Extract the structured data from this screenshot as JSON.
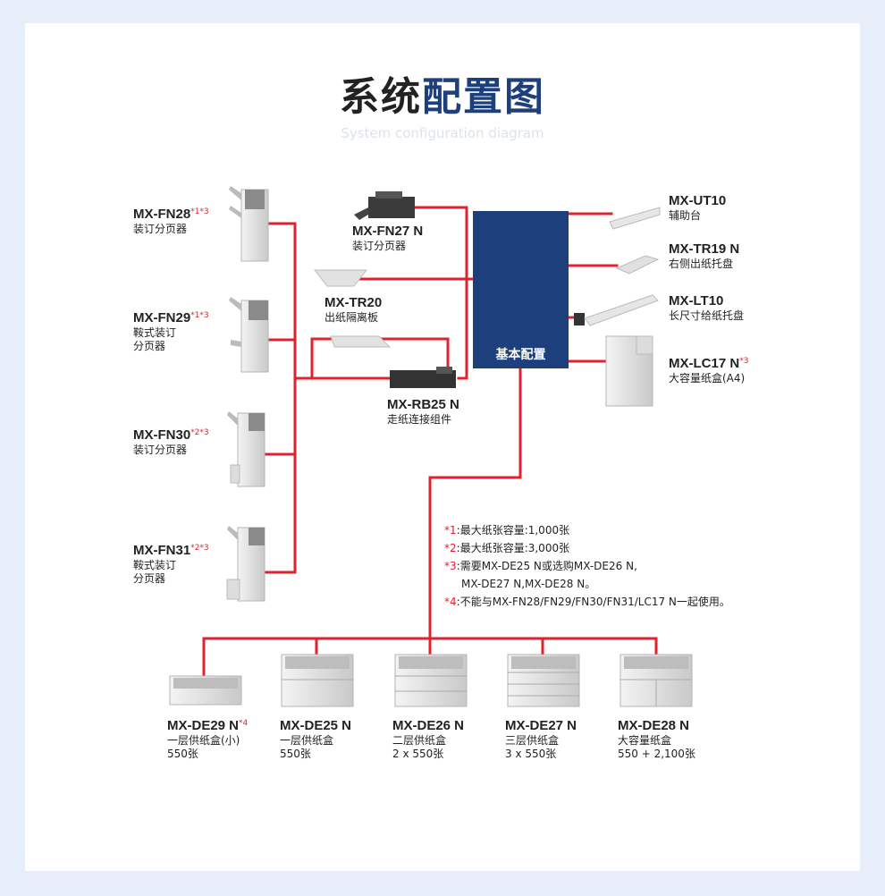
{
  "title": {
    "part1": "系统",
    "part2": "配置图"
  },
  "subtitle": "System configuration diagram",
  "base": {
    "label": "基本配置"
  },
  "finishers": [
    {
      "model": "MX-FN28",
      "sup": "*1*3",
      "desc": [
        "装订分页器"
      ]
    },
    {
      "model": "MX-FN29",
      "sup": "*1*3",
      "desc": [
        "鞍式装订",
        "分页器"
      ]
    },
    {
      "model": "MX-FN30",
      "sup": "*2*3",
      "desc": [
        "装订分页器"
      ]
    },
    {
      "model": "MX-FN31",
      "sup": "*2*3",
      "desc": [
        "鞍式装订",
        "分页器"
      ]
    }
  ],
  "middle": [
    {
      "model": "MX-FN27 N",
      "desc": [
        "装订分页器"
      ]
    },
    {
      "model": "MX-TR20",
      "desc": [
        "出纸隔离板"
      ]
    },
    {
      "model": "MX-RB25 N",
      "desc": [
        "走纸连接组件"
      ]
    }
  ],
  "right": [
    {
      "model": "MX-UT10",
      "sup": "",
      "desc": [
        "辅助台"
      ]
    },
    {
      "model": "MX-TR19 N",
      "sup": "",
      "desc": [
        "右侧出纸托盘"
      ]
    },
    {
      "model": "MX-LT10",
      "sup": "",
      "desc": [
        "长尺寸给纸托盘"
      ]
    },
    {
      "model": "MX-LC17 N",
      "sup": "*3",
      "desc": [
        "大容量纸盒(A4)"
      ]
    }
  ],
  "notes": [
    {
      "mark": "*1",
      "text": "最大纸张容量:1,000张",
      "cont": ""
    },
    {
      "mark": "*2",
      "text": "最大纸张容量:3,000张",
      "cont": ""
    },
    {
      "mark": "*3",
      "text": "需要MX-DE25 N或选购MX-DE26 N,",
      "cont": "MX-DE27 N,MX-DE28 N。"
    },
    {
      "mark": "*4",
      "text": "不能与MX-FN28/FN29/FN30/FN31/LC17 N一起使用。",
      "cont": ""
    }
  ],
  "stands": [
    {
      "model": "MX-DE29 N",
      "sup": "*4",
      "desc": [
        "一层供纸盒(小)",
        "550张"
      ]
    },
    {
      "model": "MX-DE25 N",
      "sup": "",
      "desc": [
        "一层供纸盒",
        "550张"
      ]
    },
    {
      "model": "MX-DE26 N",
      "sup": "",
      "desc": [
        "二层供纸盒",
        "2 x 550张"
      ]
    },
    {
      "model": "MX-DE27 N",
      "sup": "",
      "desc": [
        "三层供纸盒",
        "3 x 550张"
      ]
    },
    {
      "model": "MX-DE28 N",
      "sup": "",
      "desc": [
        "大容量纸盒",
        "550 + 2,100张"
      ]
    }
  ],
  "colors": {
    "line": "#e0222f",
    "accent": "#1d3f7c",
    "note_mark": "#e0222f"
  }
}
